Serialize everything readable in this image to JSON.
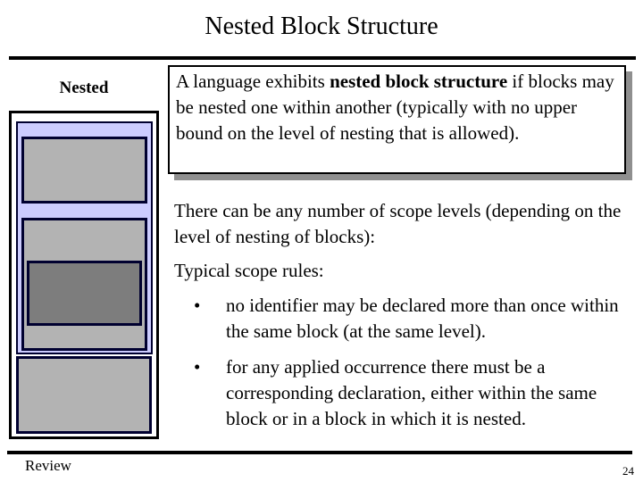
{
  "slide": {
    "title": "Nested Block Structure",
    "footer_label": "Review",
    "page_number": "24"
  },
  "diagram": {
    "label": "Nested",
    "colors": {
      "outer_fill": "#ffffff",
      "level1_fill": "#ccccff",
      "block_fill": "#b3b3b3",
      "inner_block_fill": "#7d7d7d"
    }
  },
  "content": {
    "boxed_paragraph": {
      "pre": "A language exhibits ",
      "bold": "nested block structure",
      "post": " if blocks may be nested one within another (typically with no upper bound on the level of nesting that is allowed)."
    },
    "paragraph_scope_levels": "There can be any number of scope levels (depending on the level of nesting of blocks):",
    "paragraph_scope_rules": "Typical scope rules:",
    "bullet_char": "•",
    "bullets": [
      "no identifier may be declared more than once within the same block (at the same level).",
      "for any applied occurrence there must be a corresponding declaration, either within the same block or in a block in which it is nested."
    ]
  }
}
